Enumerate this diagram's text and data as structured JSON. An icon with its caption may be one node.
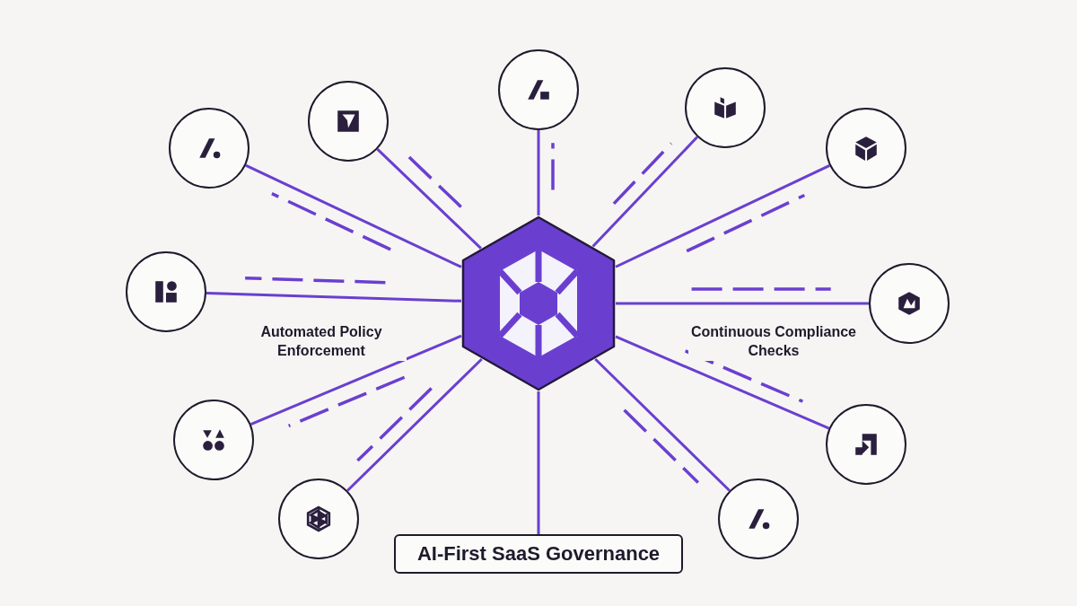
{
  "diagram": {
    "nodes": [
      {
        "text": [],
        "shape": "hexagon"
      },
      {
        "text": [],
        "shape": "circle"
      },
      {
        "text": [],
        "shape": "circle"
      },
      {
        "text": [],
        "shape": "circle"
      },
      {
        "text": [],
        "shape": "circle"
      },
      {
        "text": [],
        "shape": "circle"
      },
      {
        "text": [],
        "shape": "circle"
      },
      {
        "text": [],
        "shape": "circle"
      },
      {
        "text": [],
        "shape": "circle"
      },
      {
        "text": [],
        "shape": "circle"
      },
      {
        "text": [],
        "shape": "circle"
      },
      {
        "text": [],
        "shape": "circle"
      },
      {
        "text": [
          "AI-First SaaS Governance"
        ]
      }
    ],
    "edges": [
      {
        "from": 0,
        "to": 1,
        "arrow": "none"
      },
      {
        "from": 0,
        "to": 2,
        "arrow": "none"
      },
      {
        "from": 0,
        "to": 3,
        "arrow": "none"
      },
      {
        "from": 0,
        "to": 4,
        "arrow": "none"
      },
      {
        "from": 0,
        "to": 5,
        "arrow": "none"
      },
      {
        "from": 0,
        "to": 6,
        "arrow": "none"
      },
      {
        "from": 0,
        "to": 7,
        "arrow": "none"
      },
      {
        "from": 0,
        "to": 8,
        "arrow": "none"
      },
      {
        "from": 0,
        "to": 9,
        "arrow": "none"
      },
      {
        "from": 0,
        "to": 10,
        "arrow": "none"
      },
      {
        "from": 0,
        "to": 11,
        "arrow": "none"
      },
      {
        "from": 0,
        "to": 12,
        "arrow": "none"
      }
    ],
    "labels": [
      "Automated Policy Enforcement",
      "Continuous Compliance Checks"
    ]
  }
}
